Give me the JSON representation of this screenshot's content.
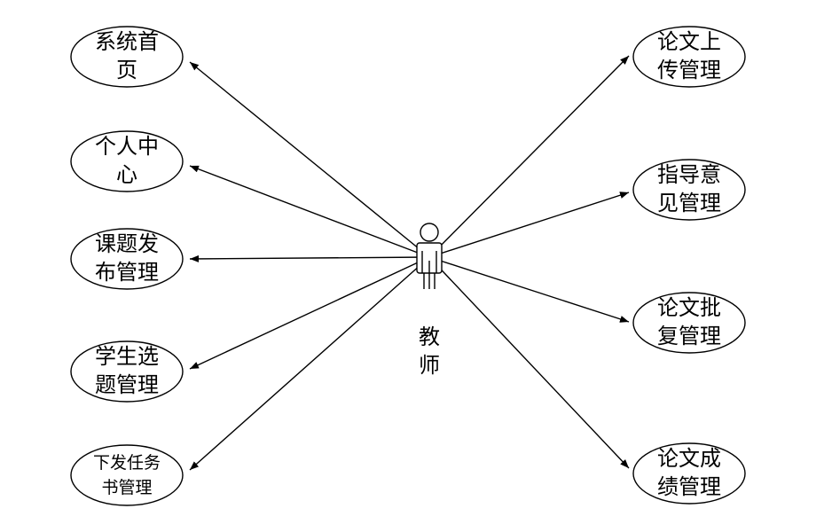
{
  "actor": {
    "label_lines": [
      "教",
      "师"
    ]
  },
  "left_use_cases": [
    {
      "lines": [
        "系统首",
        "页"
      ]
    },
    {
      "lines": [
        "个人中",
        "心"
      ]
    },
    {
      "lines": [
        "课题发",
        "布管理"
      ]
    },
    {
      "lines": [
        "学生选",
        "题管理"
      ]
    },
    {
      "lines": [
        "下发任务",
        "书管理"
      ]
    }
  ],
  "right_use_cases": [
    {
      "lines": [
        "论文上",
        "传管理"
      ]
    },
    {
      "lines": [
        "指导意",
        "见管理"
      ]
    },
    {
      "lines": [
        "论文批",
        "复管理"
      ]
    },
    {
      "lines": [
        "论文成",
        "绩管理"
      ]
    }
  ],
  "colors": {
    "stroke": "#000000",
    "background": "#ffffff"
  }
}
